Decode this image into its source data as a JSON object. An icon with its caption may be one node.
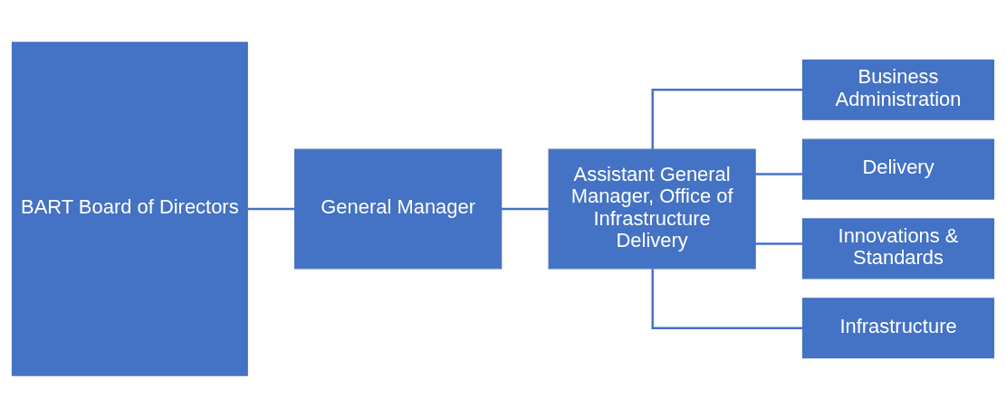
{
  "diagram": {
    "nodes": [
      {
        "text": [
          "BART Board of Directors"
        ]
      },
      {
        "text": [
          "General Manager"
        ]
      },
      {
        "text": [
          "Assistant General Manager, Office of Infrastructure Delivery"
        ]
      },
      {
        "text": [
          "Business Administration"
        ]
      },
      {
        "text": [
          "Delivery"
        ]
      },
      {
        "text": [
          "Innovations & Standards"
        ]
      },
      {
        "text": [
          "Infrastructure"
        ]
      }
    ],
    "edges": [
      {
        "from": 0,
        "to": 1,
        "arrow": "none"
      },
      {
        "from": 1,
        "to": 2,
        "arrow": "none"
      },
      {
        "from": 2,
        "to": 3,
        "arrow": "none"
      },
      {
        "from": 2,
        "to": 4,
        "arrow": "none"
      },
      {
        "from": 2,
        "to": 5,
        "arrow": "none"
      },
      {
        "from": 2,
        "to": 6,
        "arrow": "none"
      }
    ]
  }
}
